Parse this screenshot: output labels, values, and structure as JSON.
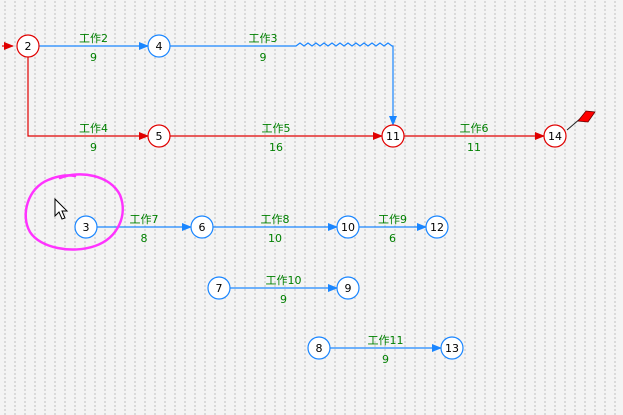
{
  "colors": {
    "critical": "#e00000",
    "normal": "#1a86ff",
    "text": "#008000",
    "annotation": "#ff33ff",
    "flag": "#ff0000"
  },
  "nodes": [
    {
      "id": "2",
      "critical": true
    },
    {
      "id": "4",
      "critical": false
    },
    {
      "id": "5",
      "critical": true
    },
    {
      "id": "11",
      "critical": true
    },
    {
      "id": "14",
      "critical": true
    },
    {
      "id": "3",
      "critical": false
    },
    {
      "id": "6",
      "critical": false
    },
    {
      "id": "10",
      "critical": false
    },
    {
      "id": "12",
      "critical": false
    },
    {
      "id": "7",
      "critical": false
    },
    {
      "id": "9",
      "critical": false
    },
    {
      "id": "8",
      "critical": false
    },
    {
      "id": "13",
      "critical": false
    }
  ],
  "tasks": [
    {
      "name": "工作2",
      "duration": "9",
      "from": "2",
      "to": "4",
      "critical": false
    },
    {
      "name": "工作3",
      "duration": "9",
      "from": "4",
      "to": "11",
      "critical": false,
      "float_wave": true
    },
    {
      "name": "工作4",
      "duration": "9",
      "from": "2",
      "to": "5",
      "critical": true
    },
    {
      "name": "工作5",
      "duration": "16",
      "from": "5",
      "to": "11",
      "critical": true
    },
    {
      "name": "工作6",
      "duration": "11",
      "from": "11",
      "to": "14",
      "critical": true
    },
    {
      "name": "工作7",
      "duration": "8",
      "from": "3",
      "to": "6",
      "critical": false
    },
    {
      "name": "工作8",
      "duration": "10",
      "from": "6",
      "to": "10",
      "critical": false
    },
    {
      "name": "工作9",
      "duration": "6",
      "from": "10",
      "to": "12",
      "critical": false
    },
    {
      "name": "工作10",
      "duration": "9",
      "from": "7",
      "to": "9",
      "critical": false
    },
    {
      "name": "工作11",
      "duration": "9",
      "from": "8",
      "to": "13",
      "critical": false
    }
  ]
}
